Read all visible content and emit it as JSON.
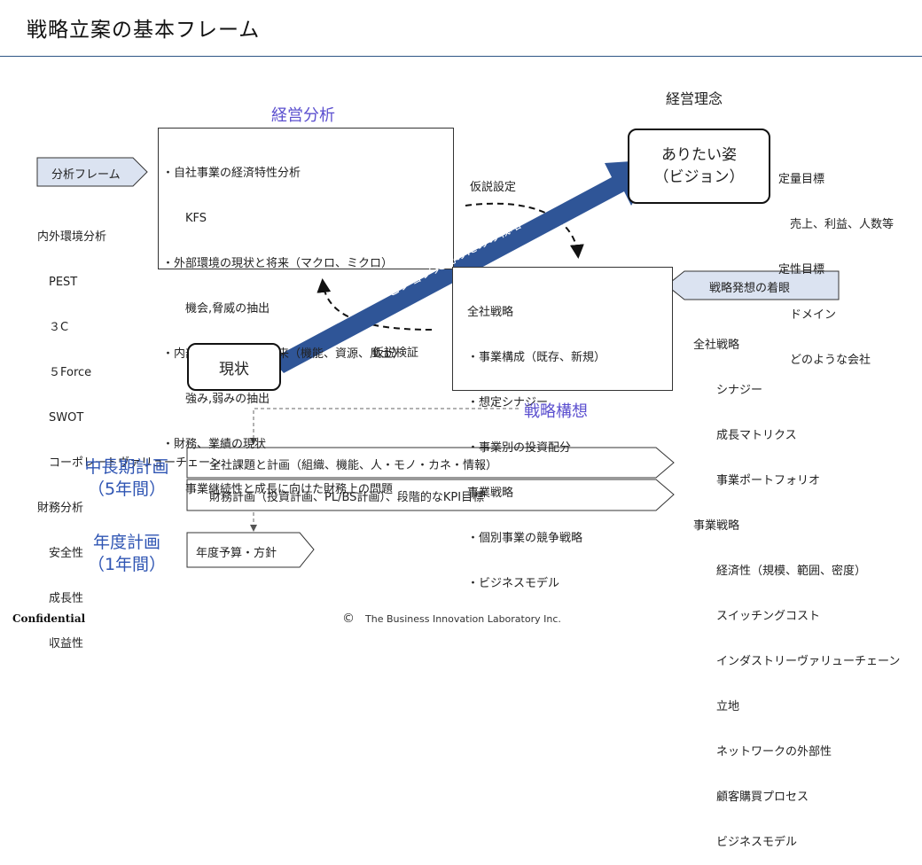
{
  "title": "戦略立案の基本フレーム",
  "analysis": {
    "heading": "経営分析",
    "lines": [
      "・自社事業の経済特性分析",
      "　　KFS",
      "・外部環境の現状と将来（マクロ、ミクロ）",
      "　　機会,脅威の抽出",
      "・内部環境の現状と将来（機能、資源、風土）",
      "　　強み,弱みの抽出",
      "・財務、業績の現状",
      "　　事業継続性と成長に向けた財務上の問題"
    ]
  },
  "framework_tag": "分析フレーム",
  "framework_list": [
    "内外環境分析",
    "　PEST",
    "　３C",
    "　５Force",
    "　SWOT",
    "　コーポレートヴァリューチェーン",
    "財務分析",
    "　安全性",
    "　成長性",
    "　収益性"
  ],
  "philosophy": "経営理念",
  "vision": {
    "line1": "ありたい姿",
    "line2": "（ビジョン）"
  },
  "goals": [
    "定量目標",
    "　売上、利益、人数等",
    "定性目標",
    "　ドメイン",
    "　どのような会社"
  ],
  "hypothesis_set": "仮説設定",
  "hypothesis_verify": "仮説検証",
  "arrow_label": "ビジョン実現のための戦略",
  "current": "現状",
  "strategy": {
    "heading": "戦略構想",
    "lines": [
      "全社戦略",
      "・事業構成（既存、新規）",
      "・想定シナジー",
      "・事業別の投資配分",
      "事業戦略",
      "・個別事業の競争戦略",
      "・ビジネスモデル"
    ]
  },
  "viewpoint_tag": "戦略発想の着眼",
  "viewpoint_list": [
    "全社戦略",
    "　　シナジー",
    "　　成長マトリクス",
    "　　事業ポートフォリオ",
    "事業戦略",
    "　　経済性（規模、範囲、密度）",
    "　　スイッチングコスト",
    "　　インダストリーヴァリューチェーン",
    "　　立地",
    "　　ネットワークの外部性",
    "　　顧客購買プロセス",
    "　　ビジネスモデル"
  ],
  "midterm": {
    "line1": "中長期計画",
    "line2": "（5年間）"
  },
  "midterm_items": [
    "全社課題と計画（組織、機能、人・モノ・カネ・情報）",
    "財務計画（投資計画、PL/BS計画）、段階的なKPI目標"
  ],
  "annual": {
    "line1": "年度計画",
    "line2": "（1年間）"
  },
  "annual_item": "年度予算・方針",
  "footer_left": "Confidential",
  "footer_right": "The Business Innovation Laboratory Inc.",
  "copyright_symbol": "©",
  "colors": {
    "arrow": "#2f5597",
    "accent_text": "#5b4fcf",
    "plan_text": "#2f55b3",
    "tag_fill": "#dbe3f1",
    "rule": "#2e5585"
  }
}
